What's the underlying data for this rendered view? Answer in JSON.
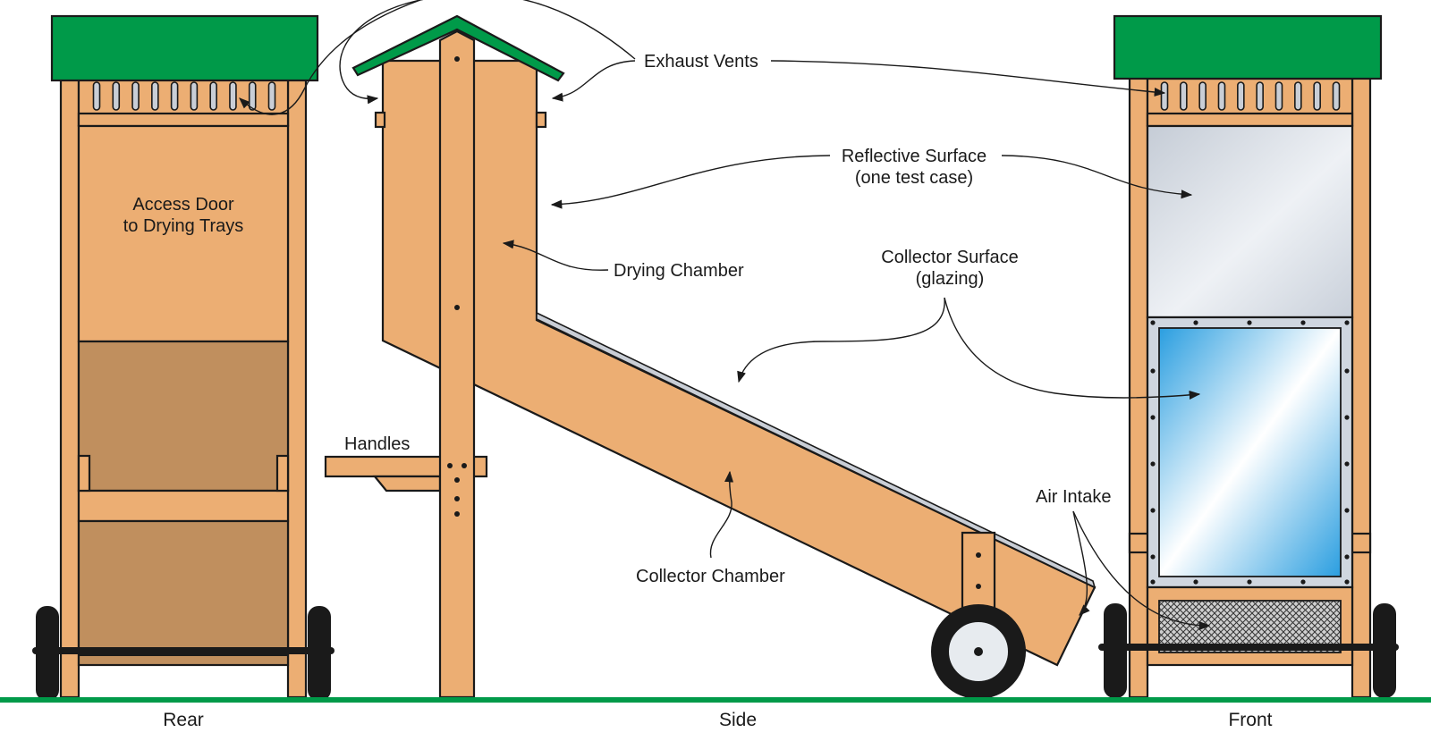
{
  "views": {
    "rear": "Rear",
    "side": "Side",
    "front": "Front"
  },
  "labels": {
    "exhaust_vents": "Exhaust Vents",
    "reflective_surface_1": "Reflective Surface",
    "reflective_surface_2": "(one test case)",
    "drying_chamber": "Drying Chamber",
    "collector_surface_1": "Collector Surface",
    "collector_surface_2": "(glazing)",
    "access_door_1": "Access Door",
    "access_door_2": "to Drying Trays",
    "handles": "Handles",
    "air_intake": "Air Intake",
    "collector_chamber": "Collector Chamber"
  },
  "colors": {
    "wood": "#ecae73",
    "wood_dark": "#c08f5e",
    "roof": "#009a49",
    "ground": "#009a49",
    "glass_blue": "#29a3df",
    "reflective": "#cfd6df",
    "outline": "#1a1a1a"
  }
}
